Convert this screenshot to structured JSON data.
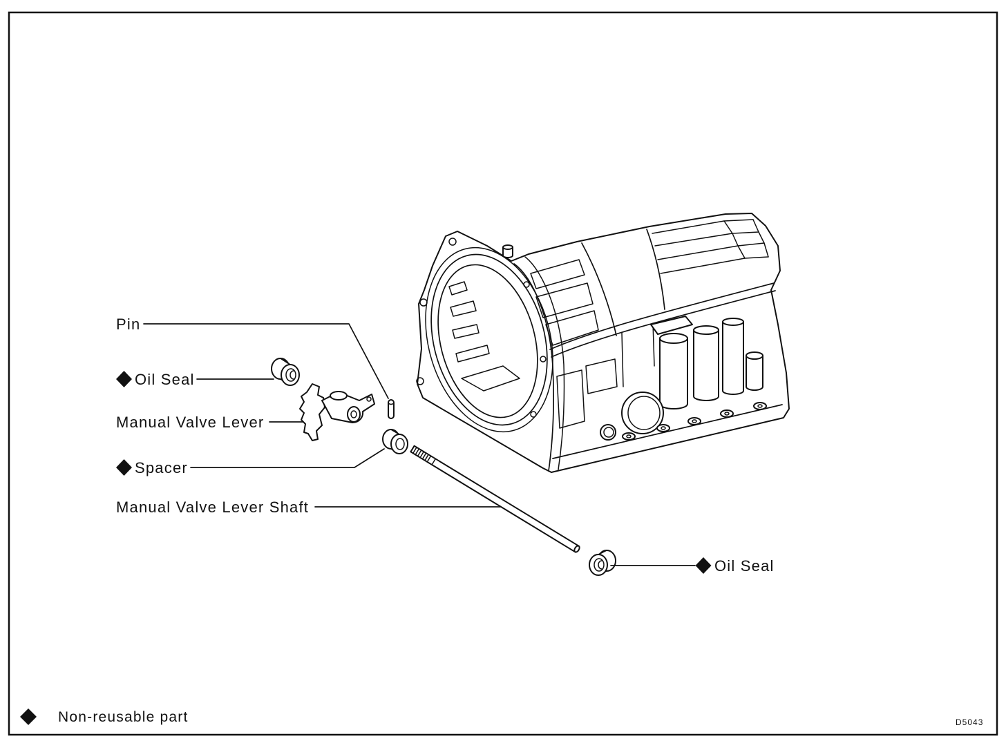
{
  "callouts": [
    {
      "text": "Pin",
      "non_reusable": false
    },
    {
      "text": "Oil Seal",
      "non_reusable": true
    },
    {
      "text": "Manual Valve Lever",
      "non_reusable": false
    },
    {
      "text": "Spacer",
      "non_reusable": true
    },
    {
      "text": "Manual Valve Lever Shaft",
      "non_reusable": false
    },
    {
      "text": "Oil Seal",
      "non_reusable": true
    }
  ],
  "marker_icon": "diamond-icon",
  "legend": {
    "icon": "diamond-icon",
    "text": "Non-reusable part"
  },
  "figure_code": "D5043"
}
